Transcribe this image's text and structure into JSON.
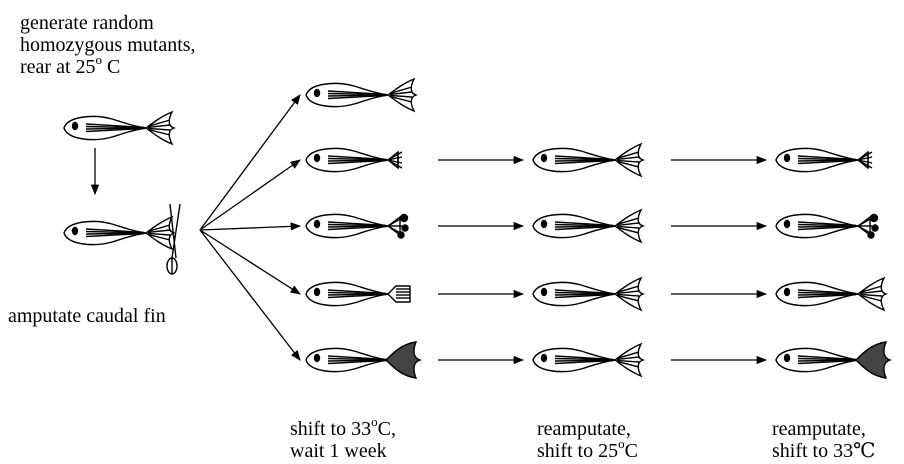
{
  "labels": {
    "generate": {
      "line1": "generate random",
      "line2": "homozygous mutants,",
      "line3_pre": "rear at 25",
      "line3_sup": "o",
      "line3_post": " C"
    },
    "amputate": "amputate caudal fin",
    "shift33": {
      "line1_pre": "shift to 33",
      "line1_sup": "o",
      "line1_post": "C,",
      "line2": "wait 1 week"
    },
    "reamputate25": {
      "line1": "reamputate,",
      "line2_pre": "shift to 25",
      "line2_sup": "o",
      "line2_post": "C"
    },
    "reamputate33": {
      "line1": "reamputate,",
      "line2": "shift to 33℃"
    }
  },
  "fish_rows": [
    {
      "stage1": "normal"
    },
    {
      "stage1": "partial-regeneration",
      "stage2": "normal",
      "stage3": "partial-regeneration"
    },
    {
      "stage1": "blob-regeneration",
      "stage2": "normal",
      "stage3": "blob-regeneration"
    },
    {
      "stage1": "truncated-regeneration",
      "stage2": "normal",
      "stage3": "normal"
    },
    {
      "stage1": "dark-overgrowth",
      "stage2": "normal",
      "stage3": "dark-overgrowth"
    }
  ],
  "colors": {
    "line": "#000000",
    "dark_fin": "#444444"
  }
}
